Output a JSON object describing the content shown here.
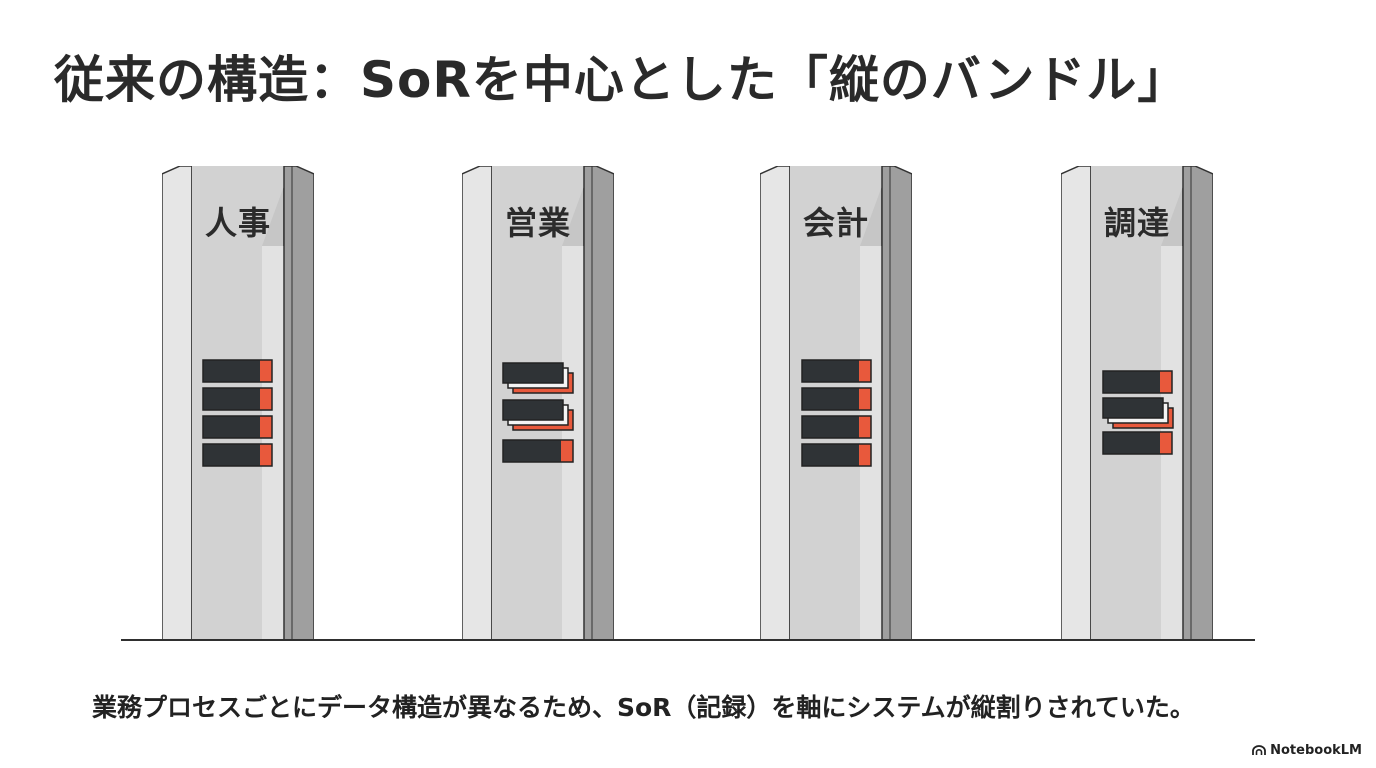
{
  "title": "従来の構造：SoRを中心とした「縦のバンドル」",
  "pillars": [
    {
      "label": "人事",
      "stack": "straight"
    },
    {
      "label": "営業",
      "stack": "offset"
    },
    {
      "label": "会計",
      "stack": "straight"
    },
    {
      "label": "調達",
      "stack": "mixed"
    }
  ],
  "caption": "業務プロセスごとにデータ構造が異なるため、SoR（記録）を軸にシステムが縦割りされていた。",
  "brand": {
    "name": "NotebookLM",
    "icon": "notebooklm-logo-icon"
  },
  "colors": {
    "block": "#2f3336",
    "accent": "#e8593c",
    "pillar_light": "#e4e4e4",
    "pillar_mid": "#c9c9c9",
    "pillar_dark": "#9e9e9e"
  }
}
